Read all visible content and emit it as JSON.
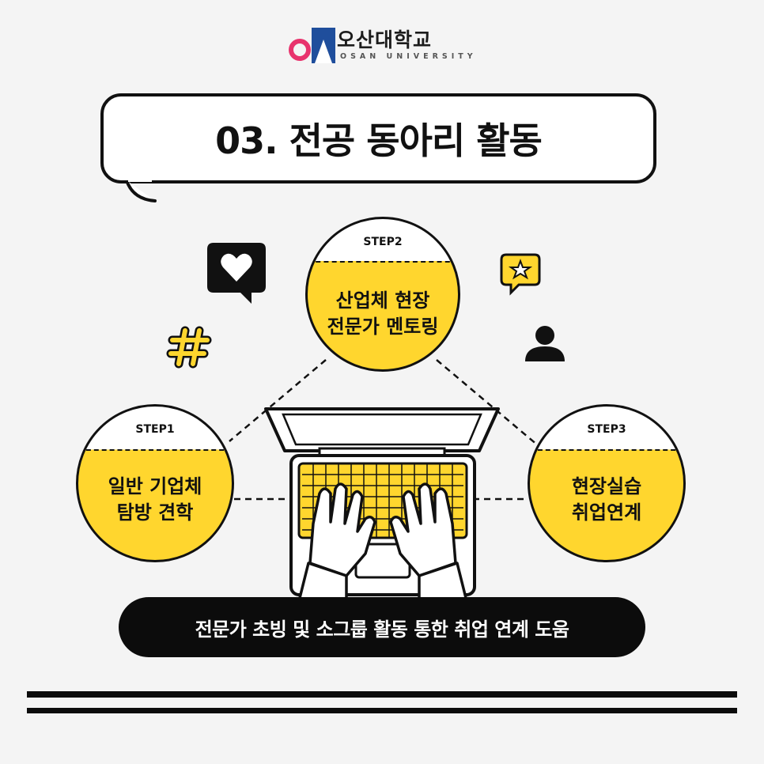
{
  "logo": {
    "name": "오산대학교",
    "sub": "OSAN UNIVERSITY"
  },
  "title": "03. 전공 동아리 활동",
  "steps": [
    {
      "label": "STEP1",
      "text": "일반 기업체\n탐방 견학"
    },
    {
      "label": "STEP2",
      "text": "산업체 현장\n전문가 멘토링"
    },
    {
      "label": "STEP3",
      "text": "현장실습\n취업연계"
    }
  ],
  "footer_text": "전문가 초빙 및 소그룹 활동 통한 취업 연계 도움",
  "icons": [
    "heart-chat-icon",
    "star-chat-icon",
    "hashtag-icon",
    "person-icon",
    "laptop-icon",
    "hands-icon"
  ],
  "colors": {
    "accent": "#ffd62e",
    "logo_pink": "#e8336d",
    "logo_blue": "#1f4e9c",
    "dark": "#0c0c0c"
  }
}
